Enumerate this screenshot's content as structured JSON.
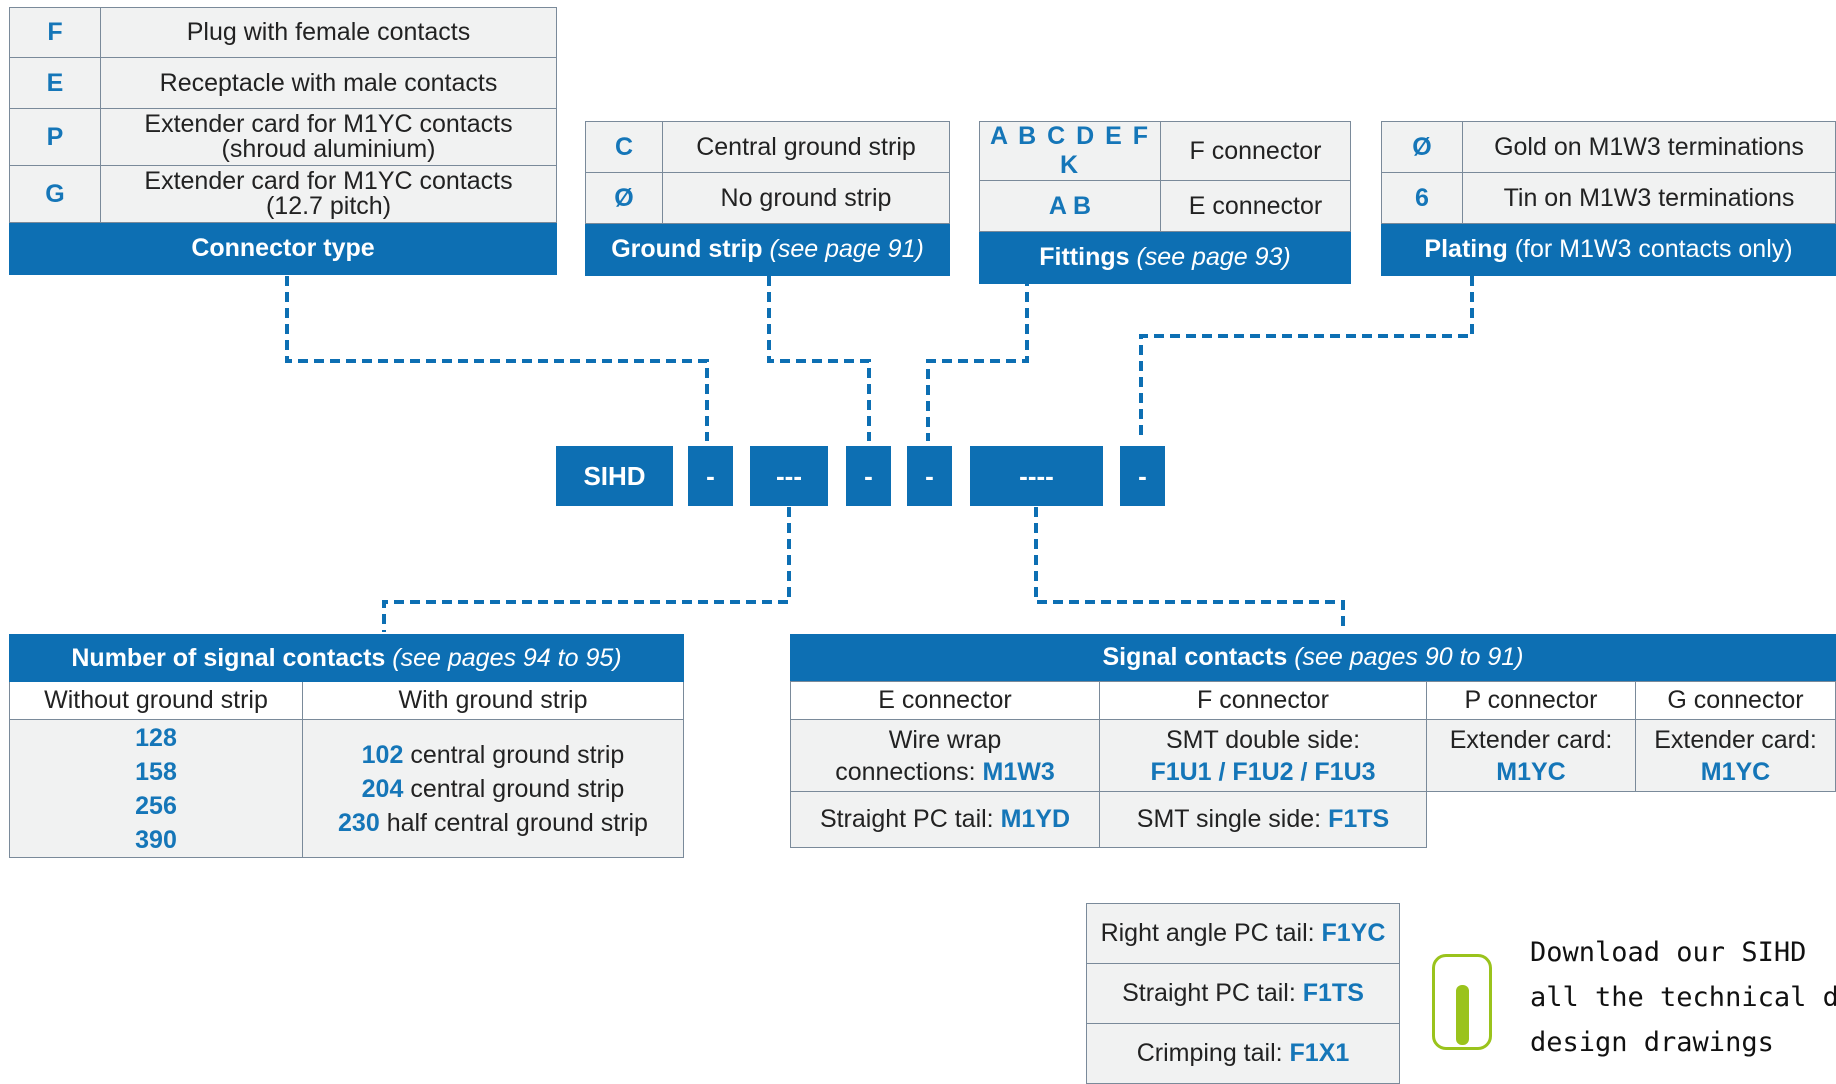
{
  "connector_type": {
    "header": "Connector type",
    "rows": [
      {
        "code": "F",
        "desc_line1": "Plug with female contacts",
        "desc_line2": ""
      },
      {
        "code": "E",
        "desc_line1": "Receptacle with male contacts",
        "desc_line2": ""
      },
      {
        "code": "P",
        "desc_line1": "Extender card for M1YC contacts",
        "desc_line2": "(shroud aluminium)"
      },
      {
        "code": "G",
        "desc_line1": "Extender card for M1YC contacts",
        "desc_line2": "(12.7 pitch)"
      }
    ]
  },
  "ground_strip": {
    "header_bold": "Ground strip",
    "header_italic": "(see page 91)",
    "rows": [
      {
        "code": "C",
        "desc": "Central ground strip"
      },
      {
        "code": "Ø",
        "desc": "No ground strip"
      }
    ]
  },
  "fittings": {
    "header_bold": "Fittings",
    "header_italic": "(see page 93)",
    "rows": [
      {
        "code": "A B C D E F K",
        "desc": "F connector"
      },
      {
        "code": "A B",
        "desc": "E connector"
      }
    ]
  },
  "plating": {
    "header_bold": "Plating",
    "header_rest": "(for M1W3 contacts only)",
    "rows": [
      {
        "code": "Ø",
        "desc": "Gold on M1W3 terminations"
      },
      {
        "code": "6",
        "desc": "Tin on M1W3 terminations"
      }
    ]
  },
  "part_number": {
    "prefix": "SIHD",
    "sep1": "-",
    "field1": "---",
    "sep2": "-",
    "sep3": "-",
    "field2": "----",
    "sep4": "-"
  },
  "signal_count": {
    "header_bold": "Number of signal contacts",
    "header_italic": "(see pages 94 to 95)",
    "col1": "Without ground strip",
    "col2": "With ground strip",
    "without": [
      "128",
      "158",
      "256",
      "390"
    ],
    "with": [
      {
        "num": "102",
        "text": " central ground strip"
      },
      {
        "num": "204",
        "text": " central ground strip"
      },
      {
        "num": "230",
        "text": " half central ground strip"
      }
    ]
  },
  "signal_contacts": {
    "header_bold": "Signal contacts",
    "header_italic": "(see pages 90 to 91)",
    "col_e": "E connector",
    "col_f": "F connector",
    "col_p": "P connector",
    "col_g": "G connector",
    "e_ww_line1": "Wire wrap",
    "e_ww_line2": "connections: ",
    "e_ww_code": "M1W3",
    "e_pc_text": "Straight PC tail: ",
    "e_pc_code": "M1YD",
    "f_smt2_line1": "SMT double side:",
    "f_smt2_code": "F1U1 / F1U2 / F1U3",
    "f_smt1_text": "SMT single side: ",
    "f_smt1_code": "F1TS",
    "f_ra_text": "Right angle PC tail: ",
    "f_ra_code": "F1YC",
    "f_st_text": "Straight PC tail: ",
    "f_st_code": "F1TS",
    "f_cr_text": "Crimping tail: ",
    "f_cr_code": "F1X1",
    "p_line1": "Extender card:",
    "p_code": "M1YC",
    "g_line1": "Extender card:",
    "g_code": "M1YC"
  },
  "download_note": {
    "line1": "Download our SIHD",
    "line2": "all the technical data",
    "line3": "design drawings"
  },
  "colors": {
    "accent": "#0d6fb3",
    "code_text": "#1576b8",
    "note_green": "#9ac31c"
  }
}
